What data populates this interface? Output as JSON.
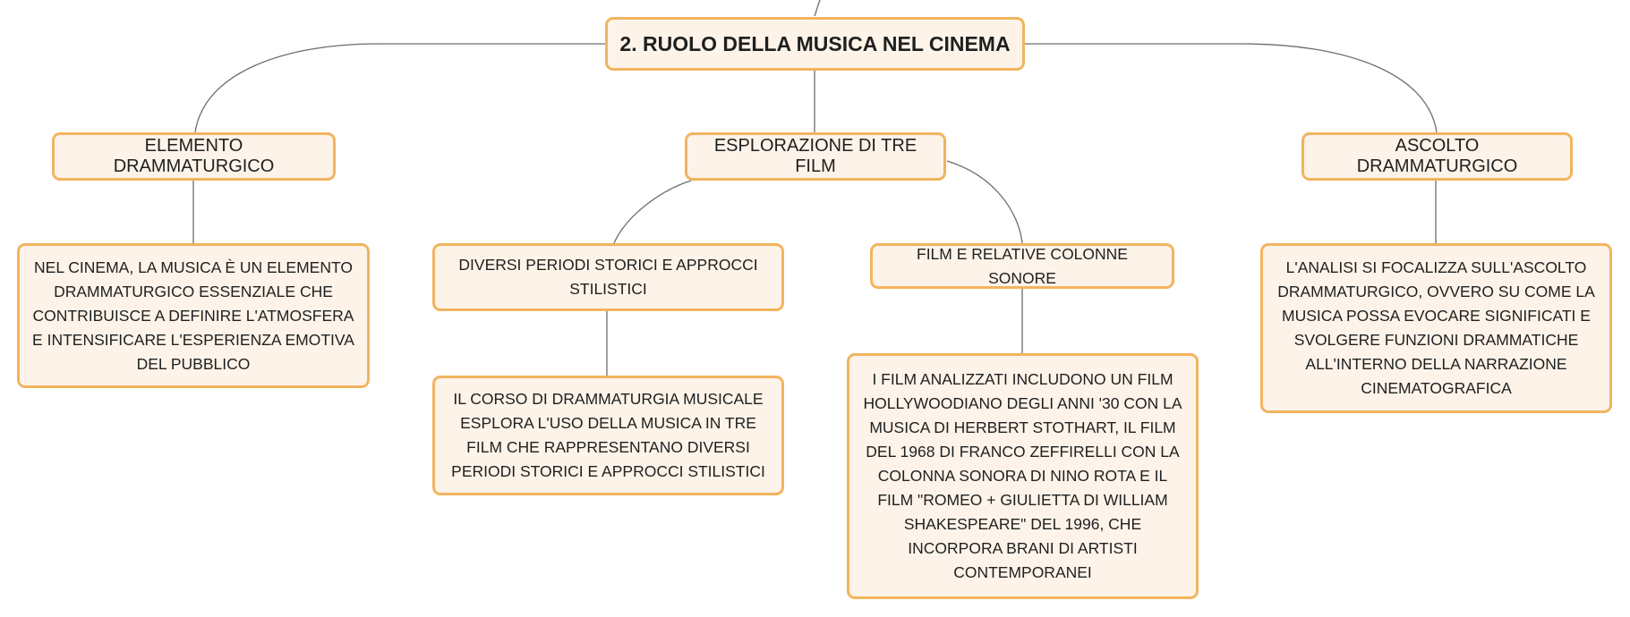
{
  "root": {
    "label": "2. RUOLO DELLA MUSICA NEL CINEMA"
  },
  "topics": {
    "elemento": {
      "label": "ELEMENTO DRAMMATURGICO",
      "detail": "NEL CINEMA, LA MUSICA È UN ELEMENTO DRAMMATURGICO ESSENZIALE CHE CONTRIBUISCE A DEFINIRE L'ATMOSFERA E INTENSIFICARE L'ESPERIENZA EMOTIVA DEL PUBBLICO"
    },
    "esplorazione": {
      "label": "ESPLORAZIONE DI TRE FILM",
      "periodi": {
        "label": "DIVERSI PERIODI STORICI E APPROCCI STILISTICI",
        "detail": "IL CORSO DI DRAMMATURGIA MUSICALE ESPLORA L'USO DELLA MUSICA IN TRE FILM CHE RAPPRESENTANO DIVERSI PERIODI STORICI E APPROCCI STILISTICI"
      },
      "colonne": {
        "label": "FILM E RELATIVE COLONNE SONORE",
        "detail": "I FILM ANALIZZATI INCLUDONO UN FILM HOLLYWOODIANO DEGLI ANNI '30 CON LA MUSICA DI HERBERT STOTHART, IL FILM DEL 1968 DI FRANCO ZEFFIRELLI CON LA COLONNA SONORA DI NINO ROTA E IL FILM \"ROMEO + GIULIETTA DI WILLIAM SHAKESPEARE\" DEL 1996, CHE INCORPORA BRANI DI ARTISTI CONTEMPORANEI"
      }
    },
    "ascolto": {
      "label": "ASCOLTO DRAMMATURGICO",
      "detail": "L'ANALISI SI FOCALIZZA SULL'ASCOLTO DRAMMATURGICO, OVVERO SU COME LA MUSICA POSSA EVOCARE SIGNIFICATI E SVOLGERE FUNZIONI DRAMMATICHE ALL'INTERNO DELLA NARRAZIONE CINEMATOGRAFICA"
    }
  },
  "colors": {
    "node_fill": "#fdf3e9",
    "node_border": "#f2b45f",
    "connector": "#6d6d6d",
    "text": "#1f1f1f"
  }
}
